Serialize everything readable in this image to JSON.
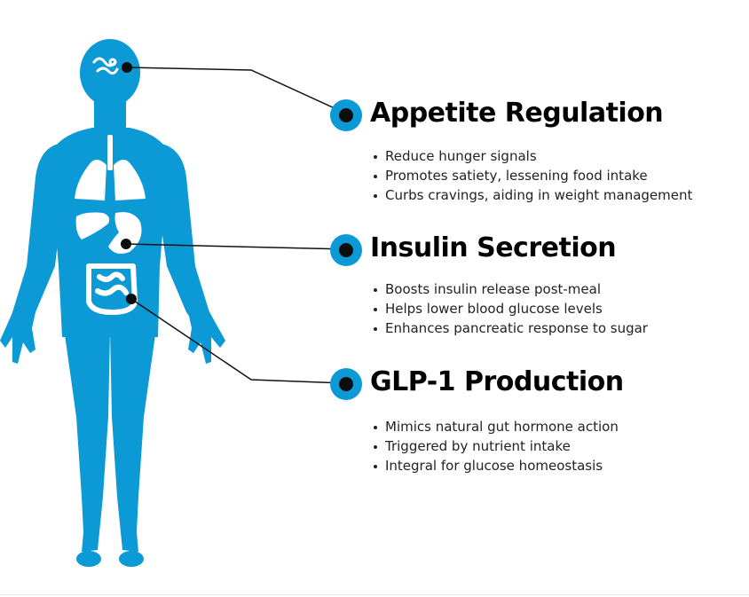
{
  "colors": {
    "body_blue": "#0c9ad6",
    "organ_white": "#ffffff",
    "marker_black": "#0d0d0d"
  },
  "sections": [
    {
      "title": "Appetite Regulation",
      "organ": "brain",
      "bullets": [
        "Reduce hunger signals",
        "Promotes satiety, lessening food intake",
        "Curbs cravings, aiding in weight management"
      ]
    },
    {
      "title": "Insulin Secretion",
      "organ": "pancreas",
      "bullets": [
        "Boosts insulin release post-meal",
        "Helps lower blood glucose levels",
        "Enhances pancreatic response to sugar"
      ]
    },
    {
      "title": "GLP-1 Production",
      "organ": "intestines",
      "bullets": [
        "Mimics natural gut hormone action",
        "Triggered by nutrient intake",
        "Integral for glucose homeostasis"
      ]
    }
  ]
}
